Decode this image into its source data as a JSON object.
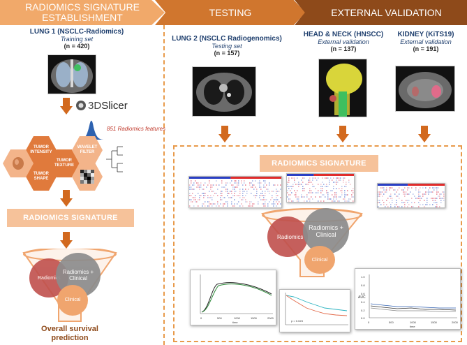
{
  "headers": [
    {
      "line1": "RADIOMICS SIGNATURE",
      "line2": "ESTABLISHMENT",
      "color": "#f1a96a"
    },
    {
      "line1": "TESTING",
      "line2": "",
      "color": "#d0762e"
    },
    {
      "line1": "EXTERNAL VALIDATION",
      "line2": "",
      "color": "#8e4a1a"
    }
  ],
  "datasets": {
    "lung1": {
      "name": "LUNG 1 (NSCLC-Radiomics)",
      "role": "Training set",
      "n": "(n = 420)"
    },
    "lung2": {
      "name": "LUNG 2 (NSCLC Radiogenomics)",
      "role": "Testing set",
      "n": "(n = 157)"
    },
    "hn": {
      "name": "HEAD & NECK (HNSCC)",
      "role": "External validation",
      "n": "(n = 137)"
    },
    "kidney": {
      "name": "KIDNEY (KiTS19)",
      "role": "External validation",
      "n": "(n = 191)"
    }
  },
  "slicer": {
    "prefix": "3D",
    "name": "Slicer"
  },
  "features_label": "851 Radiomics features",
  "hexagons": {
    "intensity": "TUMOR INTENSITY",
    "texture": "TUMOR TEXTURE",
    "wavelet": "WAVELET FILTER",
    "shape": "TUMOR SHAPE"
  },
  "signature_label": "RADIOMICS SIGNATURE",
  "funnel": {
    "radiomics": "Radiomics",
    "combined": "Radiomics + Clinical",
    "clinical": "Clinical"
  },
  "outcome": "Overall survival prediction",
  "plots": {
    "survival_xlabel": "time",
    "survival_xticks": [
      "0",
      "500",
      "1000",
      "1500",
      "2000"
    ],
    "km_pvalue": "p = 0.023",
    "auc_ylabel": "AUC",
    "auc_xlabel": "time",
    "auc_xticks": [
      "0",
      "500",
      "1000",
      "1500",
      "2000"
    ],
    "auc_yticks": [
      "1.0",
      "0.8",
      "0.6",
      "0.4",
      "0.2",
      "0.0"
    ]
  },
  "colors": {
    "orange": "#e0833a",
    "arrow": "#d2691e",
    "hex_dark": "#e07a3c",
    "hex_light": "#f3b48a",
    "sig_bg": "#f6c29a",
    "red_circle": "#c0504d",
    "grey_circle": "#8c8c8c",
    "clinical_circle": "#f0a56e",
    "blue": "#1f3f6e"
  }
}
